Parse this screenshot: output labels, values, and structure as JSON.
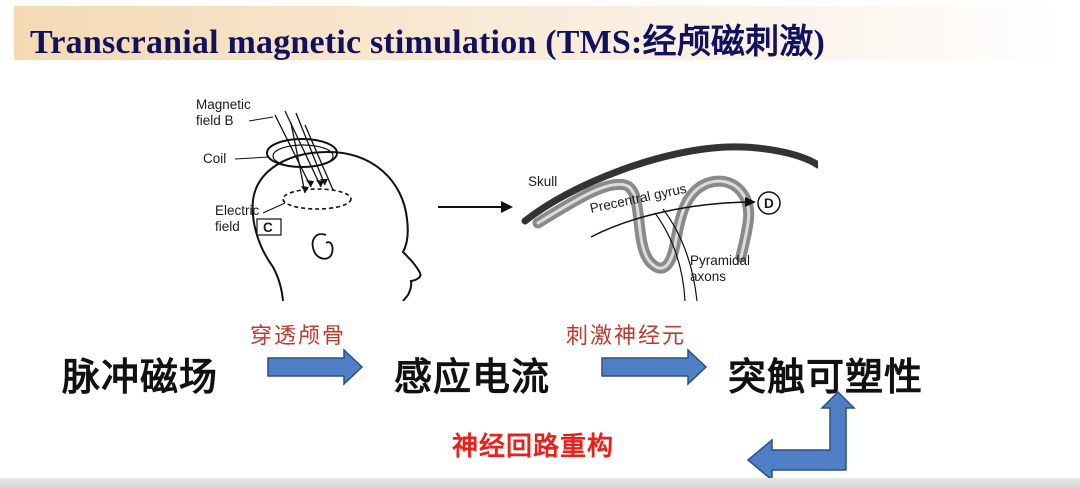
{
  "slide": {
    "title": "Transcranial magnetic stimulation  (TMS:经颅磁刺激)"
  },
  "figure": {
    "magnetic_field_label_1": "Magnetic",
    "magnetic_field_label_2": "field B",
    "coil_label": "Coil",
    "electric_field_label_1": "Electric",
    "electric_field_label_2": "field",
    "panel_c_letter": "C",
    "skull_label": "Skull",
    "precentral_gyrus_label": "Precentral gyrus",
    "panel_d_letter": "D",
    "pyramidal_label_1": "Pyramidal",
    "pyramidal_label_2": "axons"
  },
  "flow": {
    "step1": "脉冲磁场",
    "step2": "感应电流",
    "step3": "突触可塑性",
    "arrow1_label": "穿透颅骨",
    "arrow2_label": "刺激神经元",
    "loop_label": "神经回路重构"
  },
  "colors": {
    "title_text": "#11115e",
    "arrow_fill": "#4f7fc4",
    "arrow_stroke": "#2b4f8a",
    "arrow_label": "#c0392b",
    "loop_label": "#e8211a"
  }
}
